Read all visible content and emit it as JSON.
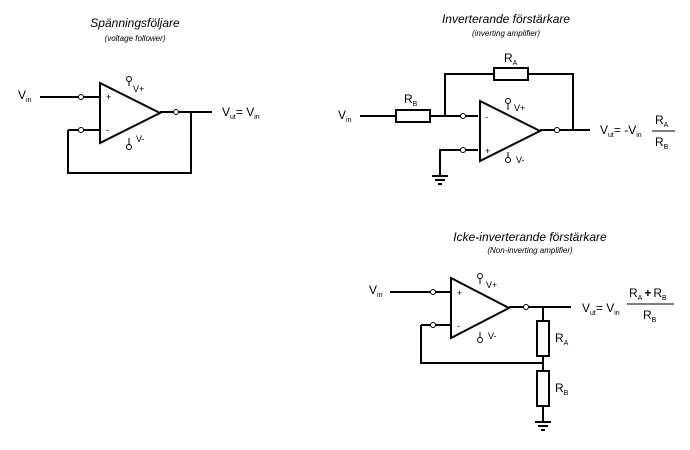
{
  "follower": {
    "title": "Spänningsföljare",
    "subtitle": "(voltage follower)",
    "vin_main": "V",
    "vin_sub": "in",
    "vplus": "V+",
    "vminus": "V-",
    "plus_sign": "+",
    "minus_sign": "-",
    "out_v1": "V",
    "out_sub1": "ut",
    "out_eq": "= V",
    "out_sub2": "in"
  },
  "inverting": {
    "title": "Inverterande förstärkare",
    "subtitle": "(inverting amplifier)",
    "vin_main": "V",
    "vin_sub": "in",
    "ra_main": "R",
    "ra_sub": "A",
    "rb_main": "R",
    "rb_sub": "B",
    "vplus": "V+",
    "vminus": "V-",
    "minus_sign": "-",
    "plus_sign": "+",
    "out_v1": "V",
    "out_sub1": "ut",
    "out_eq": "= -V",
    "out_sub2": "in",
    "num_main": "R",
    "num_sub": "A",
    "den_main": "R",
    "den_sub": "B"
  },
  "noninverting": {
    "title": "Icke-inverterande förstärkare",
    "subtitle": "(Non-inverting amplifier)",
    "vin_main": "V",
    "vin_sub": "in",
    "vplus": "V+",
    "vminus": "V-",
    "plus_sign": "+",
    "minus_sign": "-",
    "ra_main": "R",
    "ra_sub": "A",
    "rb_main": "R",
    "rb_sub": "B",
    "out_v1": "V",
    "out_sub1": "ut",
    "out_eq": "= V",
    "out_sub2": "in",
    "num_r1": "R",
    "num_sub1": "A",
    "num_plus": "+",
    "num_r2": "R",
    "num_sub2": "B",
    "den_main": "R",
    "den_sub": "B"
  }
}
